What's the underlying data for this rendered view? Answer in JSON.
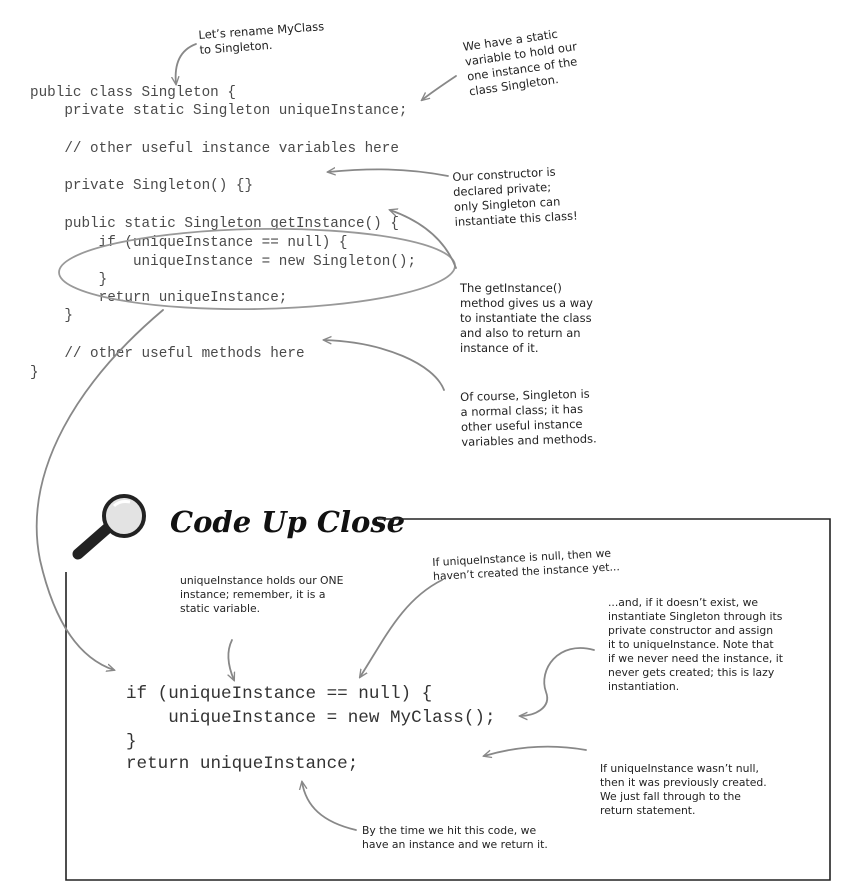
{
  "code_listing": {
    "lines": [
      "public class Singleton {",
      "    private static Singleton uniqueInstance;",
      "",
      "    // other useful instance variables here",
      "",
      "    private Singleton() {}",
      "",
      "    public static Singleton getInstance() {",
      "        if (uniqueInstance == null) {",
      "            uniqueInstance = new Singleton();",
      "        }",
      "        return uniqueInstance;",
      "    }",
      "",
      "    // other useful methods here",
      "}"
    ]
  },
  "annotations": {
    "rename": "Let’s rename MyClass\nto Singleton.",
    "static_variable": "We have a static\nvariable to hold our\none instance of the\nclass Singleton.",
    "private_constructor": "Our constructor is\ndeclared private;\nonly Singleton can\ninstantiate this class!",
    "get_instance": "The getInstance()\nmethod gives us a way\nto instantiate the class\nand also to return an\ninstance of it.",
    "normal_class": "Of course, Singleton is\na normal class; it has\nother useful instance\nvariables and methods."
  },
  "code_up_close": {
    "title": "Code Up Close",
    "icon": "magnifying-glass-icon",
    "code_lines": [
      "if (uniqueInstance == null) {",
      "    uniqueInstance = new MyClass();",
      "}",
      "return uniqueInstance;"
    ],
    "annotations": {
      "holds_one": "uniqueInstance holds our ONE\ninstance; remember, it is a\nstatic variable.",
      "is_null": "If uniqueInstance is null, then we\nhaven’t created the instance yet...",
      "lazy": "...and, if it doesn’t exist, we\ninstantiate Singleton through its\nprivate constructor and assign\nit to uniqueInstance.  Note that\nif we never need the instance, it\nnever gets created; this is lazy\ninstantiation.",
      "not_null": "If uniqueInstance wasn’t null,\nthen it was previously created.\nWe just fall through to the\nreturn statement.",
      "return_it": "By the time we hit this code, we\nhave an instance and we return it."
    }
  },
  "colors": {
    "code": "#4a4a4a",
    "arrows": "#888888",
    "box_border": "#222222"
  }
}
